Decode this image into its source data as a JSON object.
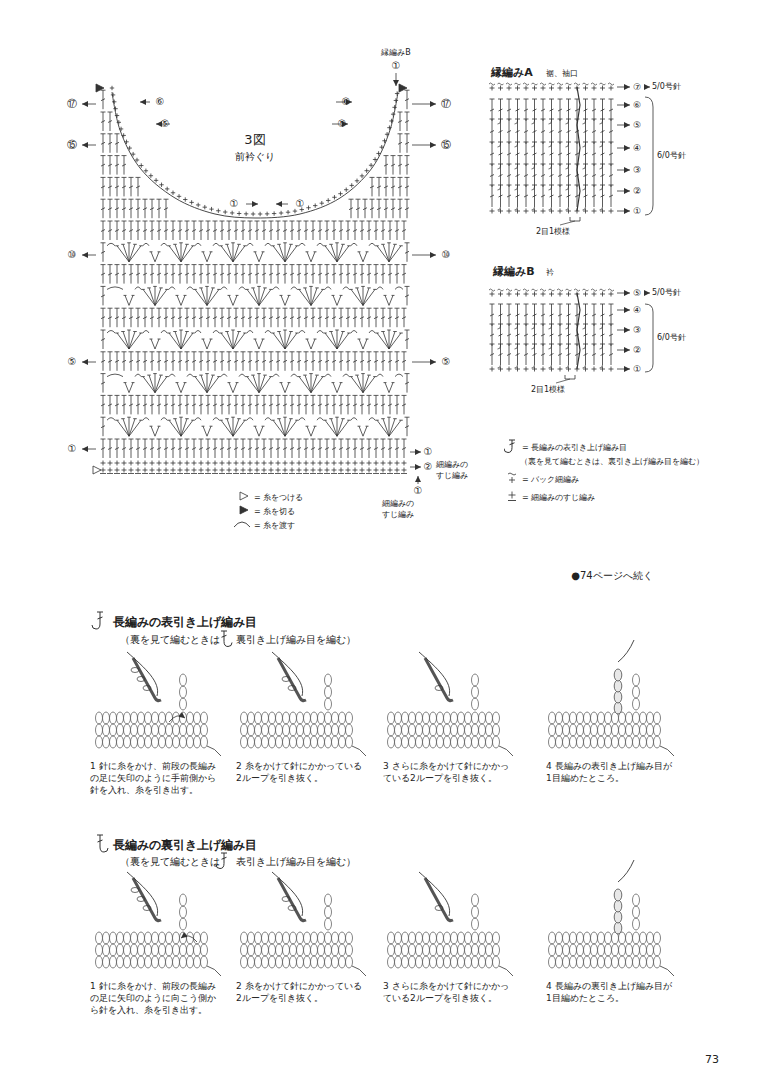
{
  "diagram": {
    "labels": [
      "⑰",
      "⑮",
      "⑩",
      "⑤",
      "①",
      "⑥",
      "⑤",
      "縁編みB",
      "①",
      "⑥",
      "⑤",
      "⑰",
      "⑮",
      "⑩",
      "⑤",
      "①",
      "②",
      "細編みのすじ編み",
      "①",
      "細編みのすじ編み",
      "3図",
      "前衿ぐり",
      "①",
      "①",
      "縁編みA",
      "裾、袖口",
      "⑦",
      "⑥",
      "⑤",
      "④",
      "③",
      "②",
      "①",
      "5/0号針",
      "6/0号針",
      "2目1模様",
      "縁編みB",
      "衿",
      "⑤",
      "④",
      "③",
      "②",
      "①",
      "5/0号針",
      "6/0号針",
      "2目1模様",
      "（裏を見て編むときは、裏引き上げ編み目を編む）",
      "●74ページへ続く",
      "長編みの表引き上げ編み目",
      "（裏を見て編むときは",
      "裏引き上げ編み目を編む）",
      "1 針に糸をかけ、前段の長編みの足に矢印のように手前側から針を入れ、糸を引き出す。",
      "2 糸をかけて針にかかっている2ループを引き抜く。",
      "3 さらに糸をかけて針にかかっている2ループを引き抜く。",
      "4 長編みの表引き上げ編み目が1目編めたところ。",
      "長編みの裏引き上げ編み目",
      "（裏を見て編むときは",
      "表引き上げ編み目を編む）",
      "1 針に糸をかけ、前段の長編みの足に矢印のように向こう側から針を入れ、糸を引き出す。",
      "2 糸をかけて針にかかっている2ループを引き抜く。",
      "3 さらに糸をかけて針にかかっている2ループを引き抜く。",
      "4 長編みの裏引き上げ編み目が1目編めたところ。",
      "73"
    ],
    "legend": [
      {
        "text": "= 糸をつける"
      },
      {
        "text": "= 糸を切る"
      },
      {
        "text": "= 糸を渡す"
      },
      {
        "text": "= 長編みの表引き上げ編み目"
      },
      {
        "text": "= バック細編み"
      },
      {
        "text": "= 細編みのすじ編み"
      }
    ]
  }
}
